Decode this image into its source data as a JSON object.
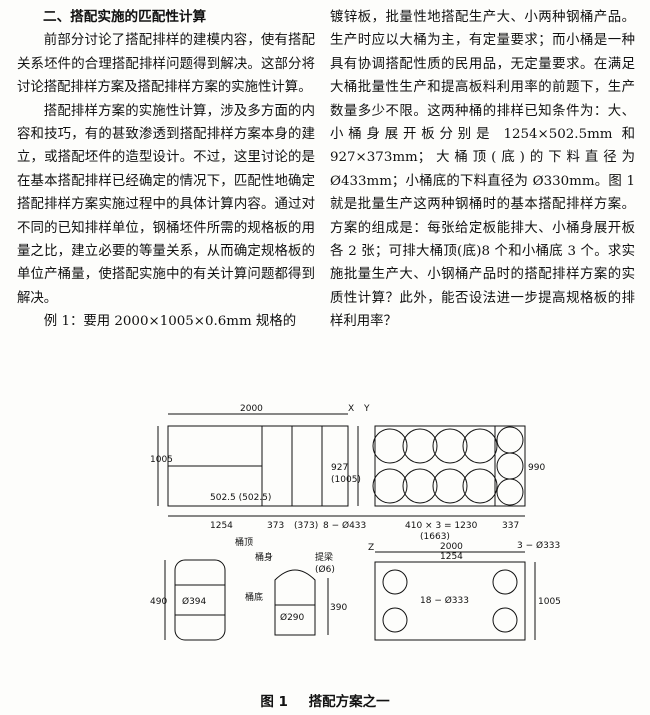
{
  "article": {
    "heading": "二、搭配实施的匹配性计算",
    "left_paragraphs": [
      "前部分讨论了搭配排样的建模内容，使有搭配关系坯件的合理搭配排样问题得到解决。这部分将讨论搭配排样方案及搭配排样方案的实施性计算。",
      "搭配排样方案的实施性计算，涉及多方面的内容和技巧，有的甚致渗透到搭配排样方案本身的建立，或搭配坯件的造型设计。不过，这里讨论的是在基本搭配排样已经确定的情况下，匹配性地确定搭配排样方案实施过程中的具体计算内容。通过对不同的已知排样单位，钢桶坯件所需的规格板的用量之比，建立必要的等量关系，从而确定规格板的单位产桶量，使搭配实施中的有关计算问题都得到解决。",
      "例 1：要用 2000×1005×0.6mm 规格的"
    ],
    "right_paragraphs": [
      "镀锌板，批量性地搭配生产大、小两种钢桶产品。生产时应以大桶为主，有定量要求；而小桶是一种具有协调搭配性质的民用品，无定量要求。在满足大桶批量性生产和提高板料利用率的前题下，生产数量多少不限。这两种桶的排样已知条件为：大、小桶身展开板分别是 1254×502.5mm 和 927×373mm；大桶顶(底)的下料直径为 Ø433mm；小桶底的下料直径为 Ø330mm。图 1 就是批量生产这两种钢桶时的基本搭配排样方案。方案的组成是：每张给定板能排大、小桶身展开板各 2 张；可排大桶顶(底)8 个和小桶底 3 个。求实施批量生产大、小钢桶产品时的搭配排样方案的实质性计算？此外，能否设法进一步提高规格板的排样利用率？"
    ]
  },
  "figure": {
    "caption_num": "图 1",
    "caption_title": "搭配方案之一",
    "top": {
      "width_2000": "2000",
      "x_mark": "X",
      "y_mark": "Y",
      "h_1005": "1005",
      "h_1005b": "1005",
      "h_502": "502.5 (502.5)",
      "h_927": "927",
      "h_927b": "(1005)",
      "w_1254": "1254",
      "w_373": "373",
      "w_373b": "(373)",
      "w_8d": "8 − Ø433",
      "w_410": "410 × 3 = 1230",
      "w_1663": "(1663)",
      "w_337": "337",
      "h_990": "990",
      "w_3d": "3 − Ø333"
    },
    "barrels": {
      "label_barrel": "桶顶",
      "label_body": "桶身",
      "label_bottom": "桶底",
      "label_handle": "提梁",
      "label_handle_d": "(Ø6)",
      "d_394": "Ø394",
      "d_290": "Ø290",
      "h_490": "490",
      "h_390": "390"
    },
    "bottom": {
      "z_mark": "Z",
      "w_2000": "2000",
      "w_1254": "1254",
      "h_1005": "1005",
      "label_18": "18 − Ø333"
    }
  }
}
